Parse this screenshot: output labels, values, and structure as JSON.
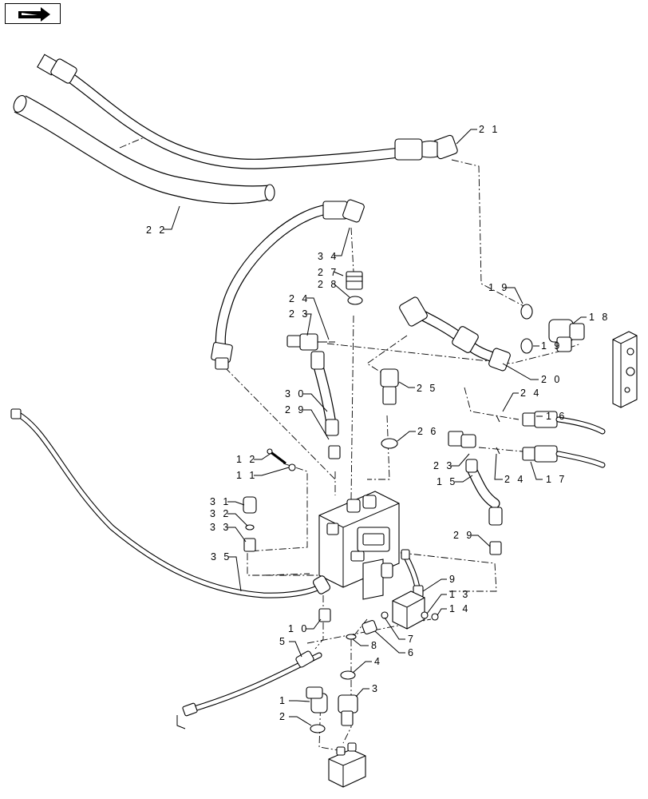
{
  "navigation": {
    "button_icon": "next-page-arrow-icon"
  },
  "callouts": [
    {
      "id": "21",
      "label": "2 1"
    },
    {
      "id": "22",
      "label": "2 2"
    },
    {
      "id": "34",
      "label": "3 4"
    },
    {
      "id": "27",
      "label": "2 7"
    },
    {
      "id": "28",
      "label": "2 8"
    },
    {
      "id": "24a",
      "label": "2 4"
    },
    {
      "id": "23a",
      "label": "2 3"
    },
    {
      "id": "19a",
      "label": "1 9"
    },
    {
      "id": "18",
      "label": "1 8"
    },
    {
      "id": "19b",
      "label": "1 9"
    },
    {
      "id": "20",
      "label": "2 0"
    },
    {
      "id": "25",
      "label": "2 5"
    },
    {
      "id": "30",
      "label": "3 0"
    },
    {
      "id": "29a",
      "label": "2 9"
    },
    {
      "id": "24b",
      "label": "2 4"
    },
    {
      "id": "16",
      "label": "1 6"
    },
    {
      "id": "26",
      "label": "2 6"
    },
    {
      "id": "23b",
      "label": "2 3"
    },
    {
      "id": "24c",
      "label": "2 4"
    },
    {
      "id": "17",
      "label": "1 7"
    },
    {
      "id": "12",
      "label": "1 2"
    },
    {
      "id": "11",
      "label": "1 1"
    },
    {
      "id": "15",
      "label": "1 5"
    },
    {
      "id": "31",
      "label": "3 1"
    },
    {
      "id": "32",
      "label": "3 2"
    },
    {
      "id": "33",
      "label": "3 3"
    },
    {
      "id": "29b",
      "label": "2 9"
    },
    {
      "id": "35",
      "label": "3 5"
    },
    {
      "id": "9",
      "label": "9"
    },
    {
      "id": "13",
      "label": "1 3"
    },
    {
      "id": "14",
      "label": "1 4"
    },
    {
      "id": "10",
      "label": "1 0"
    },
    {
      "id": "7",
      "label": "7"
    },
    {
      "id": "8",
      "label": "8"
    },
    {
      "id": "6",
      "label": "6"
    },
    {
      "id": "5",
      "label": "5"
    },
    {
      "id": "4",
      "label": "4"
    },
    {
      "id": "3",
      "label": "3"
    },
    {
      "id": "1",
      "label": "1"
    },
    {
      "id": "2",
      "label": "2"
    }
  ]
}
